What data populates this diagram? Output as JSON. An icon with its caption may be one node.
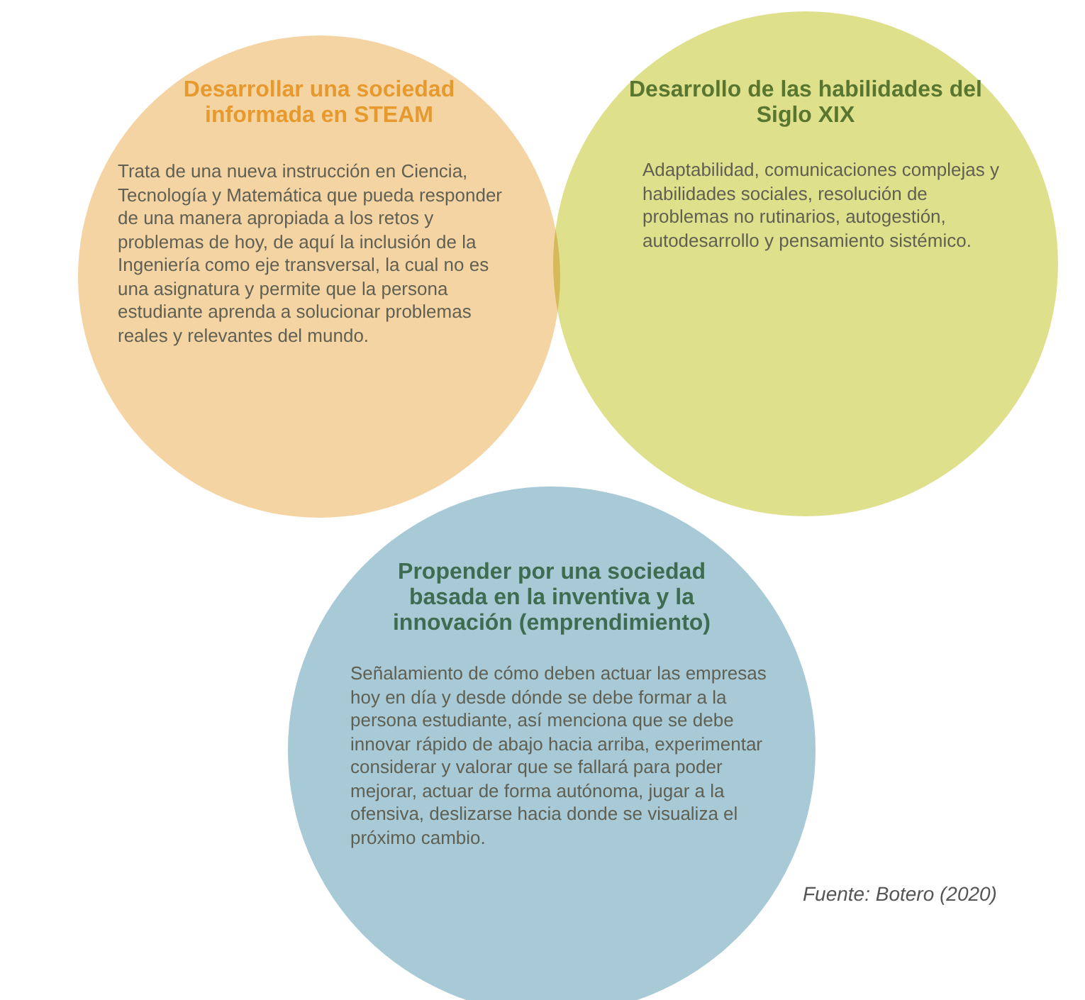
{
  "diagram": {
    "nodes": [
      {
        "text": [
          "Desarrollar una sociedad informada en STEAM",
          "Trata de una nueva instrucción en Ciencia, Tecnología y Matemática que pueda responder de una manera apropiada a los retos y problemas de hoy, de aquí la inclusión de la Ingeniería como eje transversal, la cual no es una asignatura y permite que la persona estudiante aprenda a solucionar problemas reales y relevantes del mundo."
        ]
      },
      {
        "text": [
          "Desarrollo de las habilidades del Siglo XIX",
          "Adaptabilidad, comunicaciones complejas y habilidades sociales, resolución de problemas no rutinarios, autogestión, autodesarrollo y pensamiento sistémico."
        ]
      },
      {
        "text": [
          "Propender por una sociedad basada en la inventiva y la innovación (emprendimiento)",
          "Señalamiento de cómo deben actuar las empresas hoy en día y desde dónde se debe formar a la persona estudiante, así menciona que se debe innovar rápido de abajo hacia arriba, experimentar considerar y valorar que se fallará para poder mejorar, actuar de forma autónoma, jugar a la ofensiva, deslizarse hacia donde se visualiza el próximo cambio."
        ]
      }
    ],
    "labels": [
      "Fuente: Botero (2020)"
    ]
  }
}
